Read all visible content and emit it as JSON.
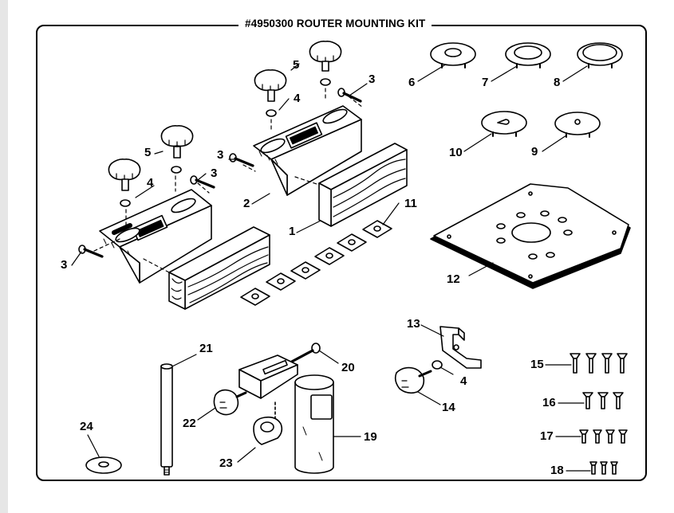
{
  "title": "#4950300 ROUTER MOUNTING KIT",
  "callouts": {
    "c1": "1",
    "c2": "2",
    "c3a": "3",
    "c3b": "3",
    "c3c": "3",
    "c3d": "3",
    "c4a": "4",
    "c4b": "4",
    "c4c": "4",
    "c5a": "5",
    "c5b": "5",
    "c6": "6",
    "c7": "7",
    "c8": "8",
    "c9": "9",
    "c10": "10",
    "c11": "11",
    "c12": "12",
    "c13": "13",
    "c14": "14",
    "c15": "15",
    "c16": "16",
    "c17": "17",
    "c18": "18",
    "c19": "19",
    "c20": "20",
    "c21": "21",
    "c22": "22",
    "c23": "23",
    "c24": "24"
  },
  "colors": {
    "line": "#000000",
    "background": "#ffffff",
    "wood": "#ffffff"
  }
}
